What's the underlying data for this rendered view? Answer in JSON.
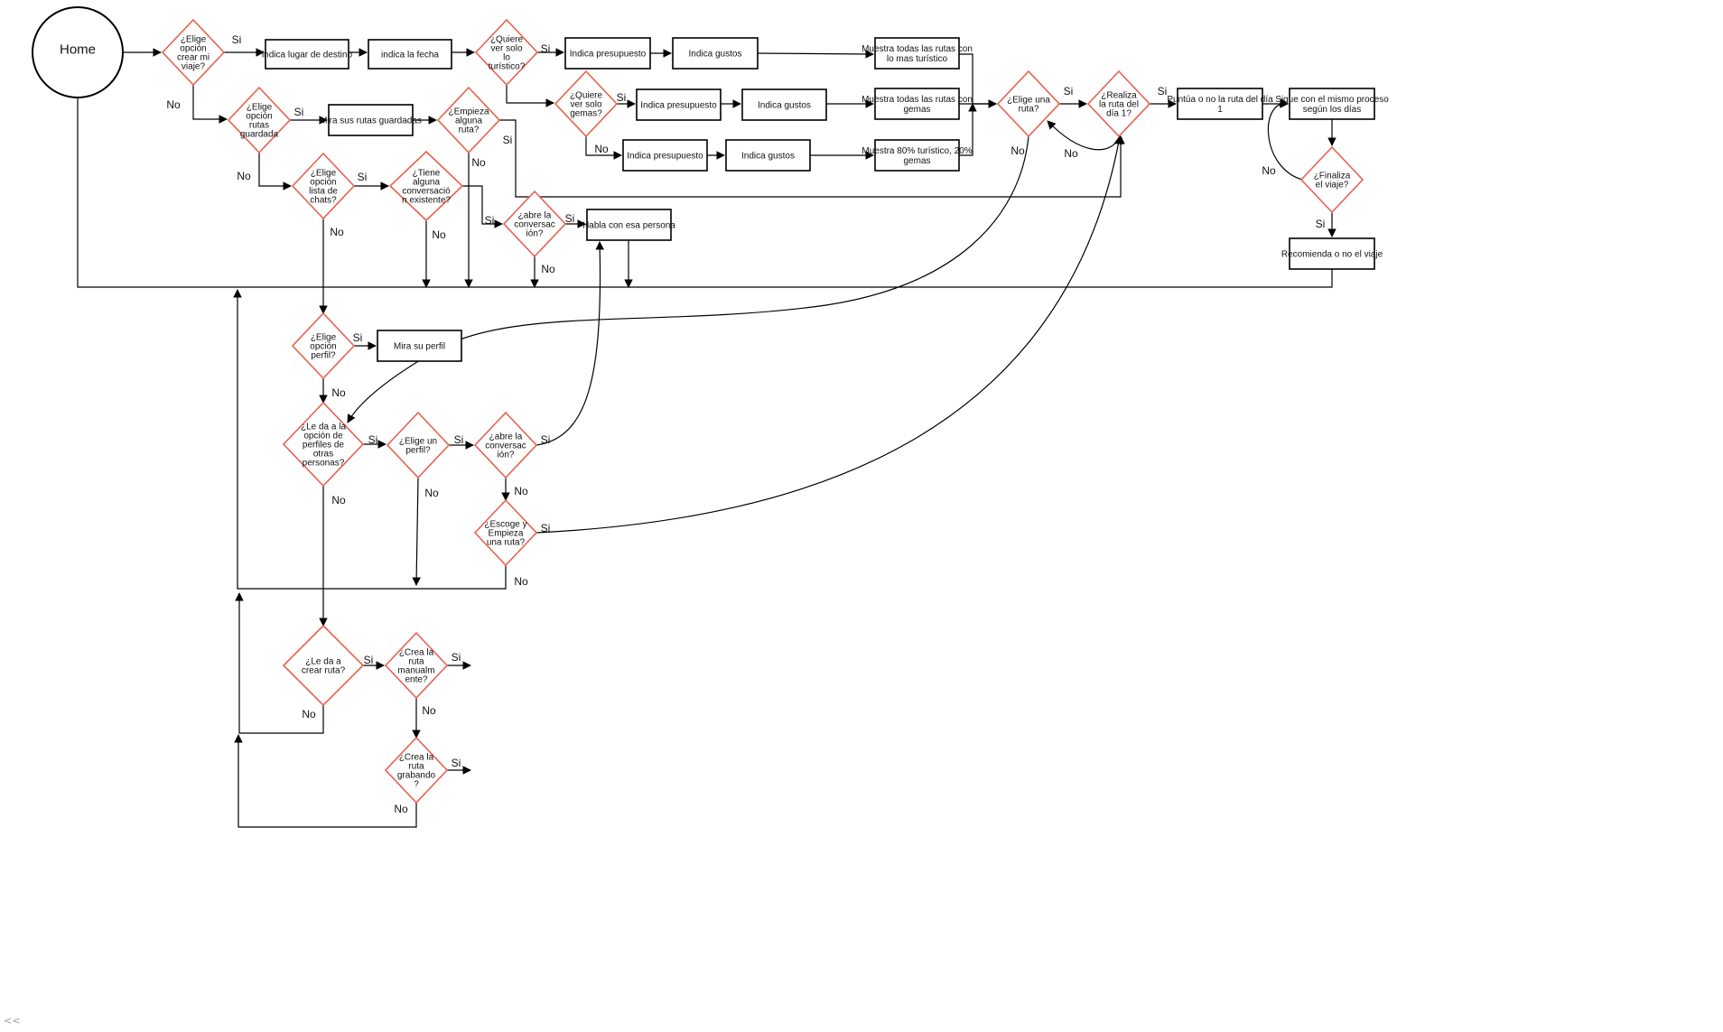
{
  "diagram": {
    "colors": {
      "decision_stroke": "#e8604c",
      "process_stroke": "#000000",
      "edge": "#000000",
      "background": "#ffffff"
    },
    "nodes": {
      "home": "Home",
      "d_crear_viaje": "¿Elige|opción|crear mi|viaje?",
      "p_destino": "indica lugar de destino",
      "p_fecha": "indica la fecha",
      "d_turistico": "¿Quiere|ver solo|lo|turístico?",
      "p_presup1": "Indica presupuesto",
      "p_gustos1": "Indica gustos",
      "p_rutas_turistico": "Muestra todas las rutas con|lo mas turístico",
      "d_gemas": "¿Quiere|ver solo|gemas?",
      "p_presup2": "Indica presupuesto",
      "p_gustos2": "Indica gustos",
      "p_rutas_gemas": "Muestra todas las rutas con|gemas",
      "p_presup3": "Indica presupuesto",
      "p_gustos3": "Indica gustos",
      "p_rutas_mix": "Muestra 80% turístico, 20%|gemas",
      "d_elige_ruta": "¿Elige una|ruta?",
      "d_realiza": "¿Realiza|la ruta del|día 1?",
      "p_puntua": "Puntúa o no la ruta del día|1",
      "p_sigue": "Sigue con el mismo proceso|según los días",
      "d_finaliza": "¿Finaliza|el viaje?",
      "p_recomienda": "Recomienda o no el viaje",
      "d_rutas_guardada": "¿Elige|opción|rutas|guardada",
      "p_mira_rutas": "Mira sus rutas guardadas",
      "d_empieza": "¿Empieza|alguna|ruta?",
      "d_chats": "¿Elige|opción|lista de|chats?",
      "d_conversacion": "¿Tiene|alguna|conversació|n existente?",
      "d_abre1": "¿abre la|conversac|ión?",
      "p_habla": "Habla con esa persona",
      "d_perfil": "¿Elige|opción|perfil?",
      "p_mira_perfil": "Mira su perfil",
      "d_perfiles_otros": "¿Le da a la|opción de|perfiles de|otras|personas?",
      "d_elige_perfil": "¿Elige un|perfil?",
      "d_abre2": "¿abre la|conversac|ión?",
      "d_escoge": "¿Escoge y|Empieza|una ruta?",
      "d_crear_ruta": "¿Le da a|crear ruta?",
      "d_manual": "¿Crea la|ruta|manualm|ente?",
      "d_grabando": "¿Crea la|ruta|grabando|?"
    },
    "labels": {
      "si": "Si",
      "no": "No"
    },
    "corner_mark": "<<"
  }
}
